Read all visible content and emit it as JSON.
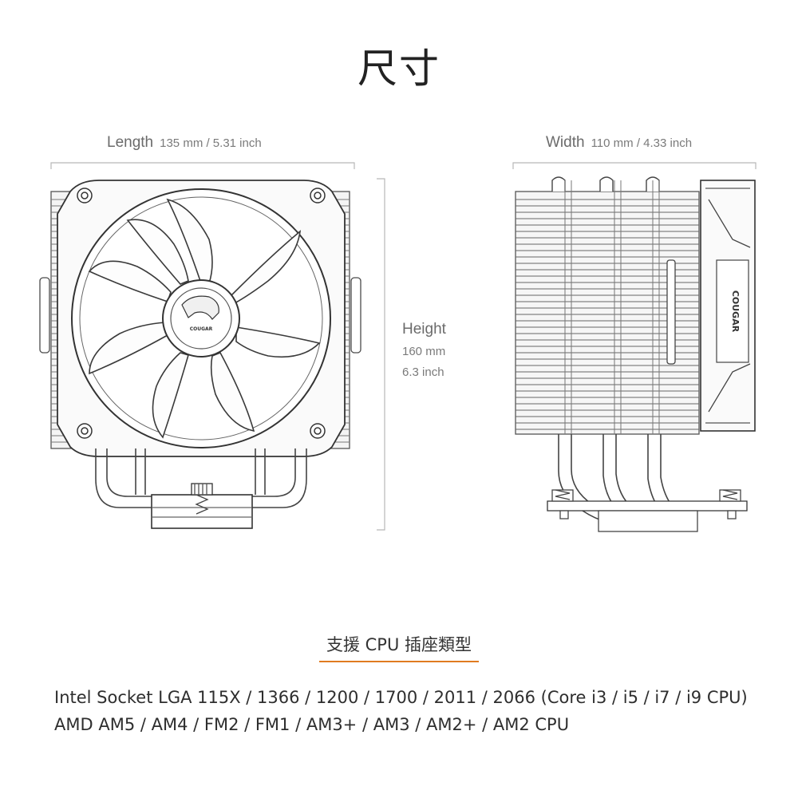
{
  "title": "尺寸",
  "dimensions": {
    "length": {
      "name": "Length",
      "value": "135 mm / 5.31 inch"
    },
    "width": {
      "name": "Width",
      "value": "110 mm / 4.33 inch"
    },
    "height": {
      "name": "Height",
      "value_mm": "160 mm",
      "value_inch": "6.3 inch"
    }
  },
  "logo_text": "COUGAR",
  "socket_heading": "支援 CPU 插座類型",
  "compatibility": {
    "intel": "Intel Socket LGA 115X / 1366 / 1200 / 1700 / 2011 / 2066 (Core i3 / i5 / i7 / i9 CPU)",
    "amd": "AMD AM5 / AM4 / FM2 / FM1 / AM3+ / AM3 / AM2+ / AM2 CPU"
  },
  "colors": {
    "accent_underline": "#e07b20",
    "line_art": "#555555"
  }
}
